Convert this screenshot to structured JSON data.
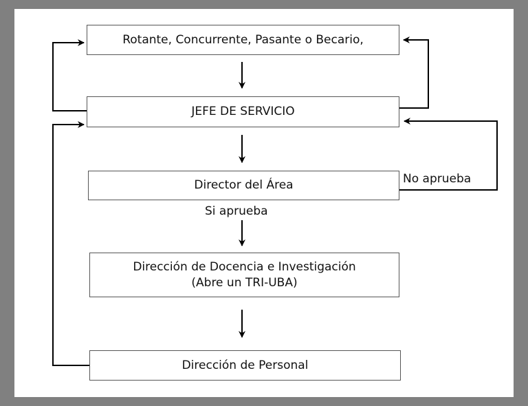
{
  "boxes": {
    "rotante": "Rotante, Concurrente, Pasante o Becario,",
    "jefe": "JEFE DE SERVICIO",
    "director": "Director del Área",
    "docencia_line1": "Dirección de Docencia e Investigación",
    "docencia_line2": "(Abre un TRI-UBA)",
    "personal": "Dirección de Personal"
  },
  "labels": {
    "no_aprueba": "No aprueba",
    "si_aprueba": "Si aprueba"
  }
}
